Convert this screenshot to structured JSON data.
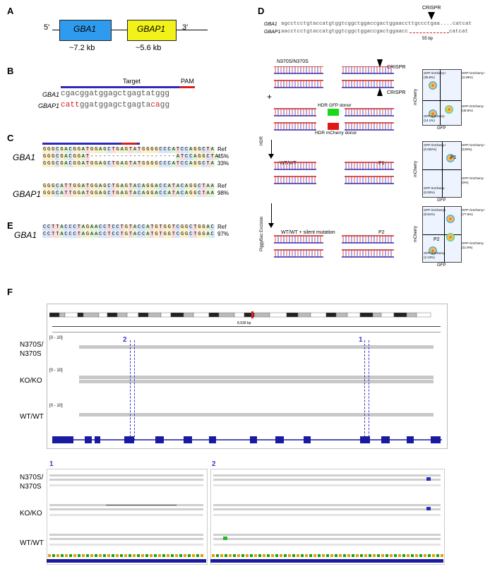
{
  "panels": {
    "a": "A",
    "b": "B",
    "c": "C",
    "d": "D",
    "e": "E",
    "f": "F"
  },
  "panel_a": {
    "five_prime": "5'",
    "three_prime": "3'",
    "gene1": "GBA1",
    "gene2": "GBAP1",
    "size1": "~7.2 kb",
    "size2": "~5.6 kb",
    "colors": {
      "gene1": "#2f9bef",
      "gene2": "#f2f21a"
    }
  },
  "panel_b": {
    "target": "Target",
    "pam": "PAM",
    "gene1": "GBA1",
    "gene2": "GBAP1",
    "seq1": "cgacggatggagctgagtatggg",
    "seq2_a": "catt",
    "seq2_b": "ggatggagctgagta",
    "seq2_c": "ca",
    "seq2_d": "gg"
  },
  "panel_c": {
    "gene1": "GBA1",
    "gene2": "GBAP1",
    "rows": [
      {
        "seq": "GGGCGACGGATGGAGCTGAGTATGGGGCCCATCCAGGCTA",
        "label": "Ref"
      },
      {
        "seq": "GGGCGACGGAT--------------------ATCCAGGCTA",
        "label": "45%"
      },
      {
        "seq": "GGGCGACGGATGGAGCTGAGTATGGGGCCCATCCAGGCTA",
        "label": "33%"
      },
      {
        "seq": "GGGCATTGGATGGAGCTGAGTACAGGACCATACAGGCTAA",
        "label": "Ref"
      },
      {
        "seq": "GGGCATTGGATGGAGCTGAGTACAGGACCATACAGGCTAA",
        "label": "98%"
      }
    ]
  },
  "panel_d": {
    "gene1": "GBA1",
    "gene2": "GBAP1",
    "crispr_top": "CRISPR",
    "seq1_a": "agcctcctgtaccatgtggtcggctggaccgactggaaccttgccctgaa",
    "seq1_b": "....catcat",
    "seq2_a": "aacctcctgtaccatgtggtcggctggaccgactggaacc",
    "seq2_b": "catcat",
    "bp": "55 bp",
    "genotype1": "N370S/N370S",
    "crispr1": "CRISPR",
    "crispr2": "CRISPR",
    "plus": "+",
    "hdr_gfp": "HDR GFP donor",
    "hdr_mcherry": "HDR mCherry donor",
    "hdr": "HDR",
    "genotype2": "WT/WT",
    "p1": "P1",
    "piggybac": "PiggyBac Excision",
    "genotype3": "WT/WT + silent mutation",
    "p2": "P2",
    "gfp_box": "GFP",
    "flow1": {
      "tl": "GFP-/mCherry+\n(35.8%)",
      "tr": "GFP+/mCherry+\n(3.29%)",
      "br": "GFP+/mCherry-\n(46.8%)",
      "bl": "GFP-/mCherry-\n(14.1%)"
    },
    "flow2": {
      "tl": "GFP-/mCherry+\n(0.002%)",
      "tr": "GFP+/mCherry+\n(100%)",
      "br": "GFP+/mCherry-\n(0%)",
      "bl": "GFP-/mCherry-\n(0.00%)",
      "gate": "P1"
    },
    "flow3": {
      "tl": "GFP-/mCherry+\n(8.51%)",
      "tr": "GFP+/mCherry+\n(77.6%)",
      "br": "GFP+/mCherry-\n(11.8%)",
      "bl": "GFP-/mCherry-\n(2.13%)",
      "gate": "P2"
    },
    "xaxis": "GFP",
    "yaxis": "mCherry"
  },
  "panel_e": {
    "gene1": "GBA1",
    "rows": [
      {
        "seq": "CCTTACCCTAGAACCTCCTGTACCATGTGGTCGGCTGGAC",
        "label": "Ref"
      },
      {
        "seq": "CCTTACCCTAGAACCTCCTGTACCATGTGGTCGGCTGGAC",
        "label": "97%"
      }
    ]
  },
  "panel_f": {
    "scale": "8,939 bp",
    "samples": [
      "N370S/\nN370S",
      "KO/KO",
      "WT/WT"
    ],
    "range": "[0 - 10]",
    "marker1": "1",
    "marker2": "2",
    "zoom1": "1",
    "zoom2": "2"
  }
}
